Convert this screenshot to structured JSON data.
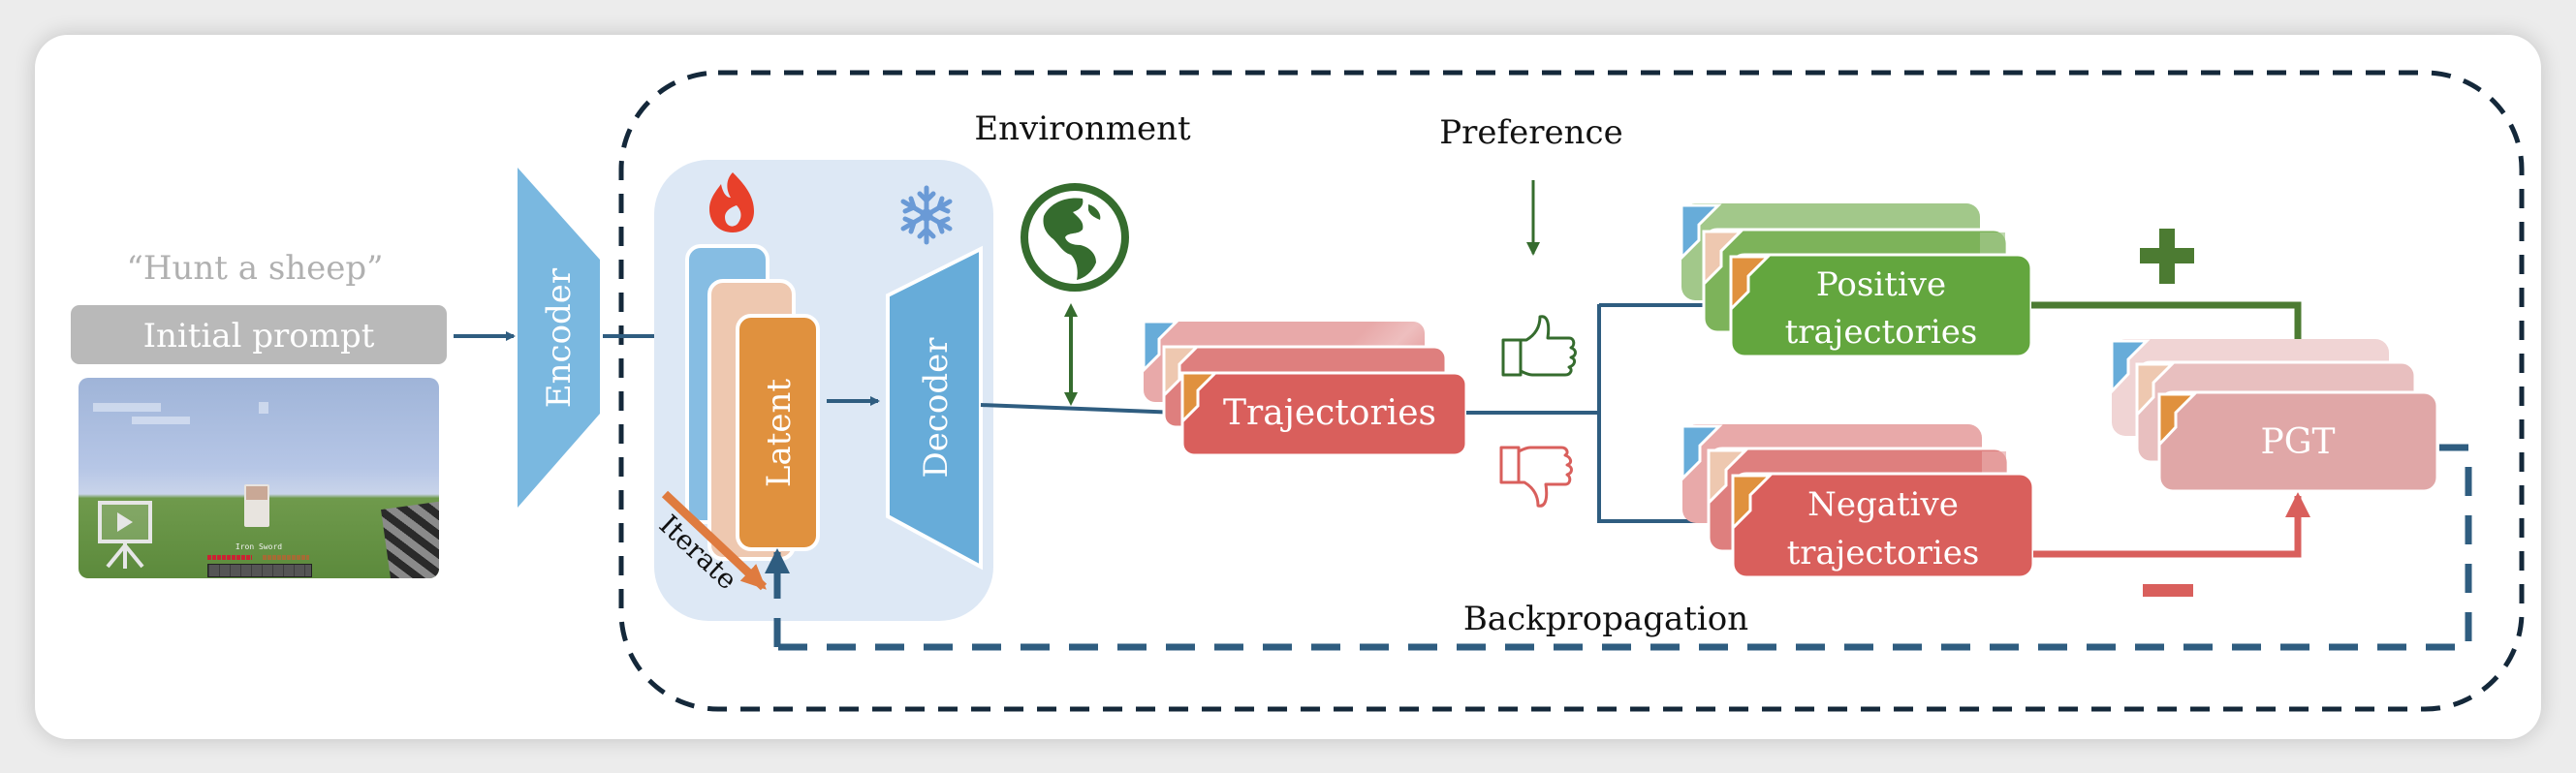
{
  "figure": {
    "task_quote": "“Hunt a sheep”",
    "initial_prompt_label": "Initial prompt",
    "thumbnail": {
      "caption": "Iron Sword",
      "icon": "video-play-icon"
    },
    "encoder_label": "Encoder",
    "decoder_label": "Decoder",
    "latent_label": "Latent",
    "iterate_label": "Iterate",
    "environment_label": "Environment",
    "preference_label": "Preference",
    "trajectories_label": "Trajectories",
    "positive_label_line1": "Positive",
    "positive_label_line2": "trajectories",
    "negative_label_line1": "Negative",
    "negative_label_line2": "trajectories",
    "pgt_label": "PGT",
    "backprop_label": "Backpropagation",
    "plus_sign": "+",
    "minus_sign": "−",
    "icons": {
      "trainable": "fire-icon",
      "frozen": "snowflake-icon",
      "environment": "globe-icon",
      "positive_feedback": "thumbs-up-icon",
      "negative_feedback": "thumbs-down-icon"
    },
    "colors": {
      "frame_dash": "#14283a",
      "arrow_blue": "#2f5d80",
      "encoder": "#7ab8e0",
      "decoder": "#67acd9",
      "panel": "#dde8f5",
      "latent": "#e0913e",
      "latent_mid": "#eec8b0",
      "latent_back": "#86bde3",
      "trajectory": "#d95f5c",
      "trajectory_back": "#e8a9a9",
      "positive": "#63a63e",
      "positive_back": "#a2c88a",
      "pgt": "#e0a7a7",
      "plus_green": "#4c7b32",
      "globe_green": "#356c2e",
      "iterate_orange": "#df7b3f",
      "prompt_gray": "#b9b9b9",
      "quote_gray": "#b0b0b0"
    }
  }
}
